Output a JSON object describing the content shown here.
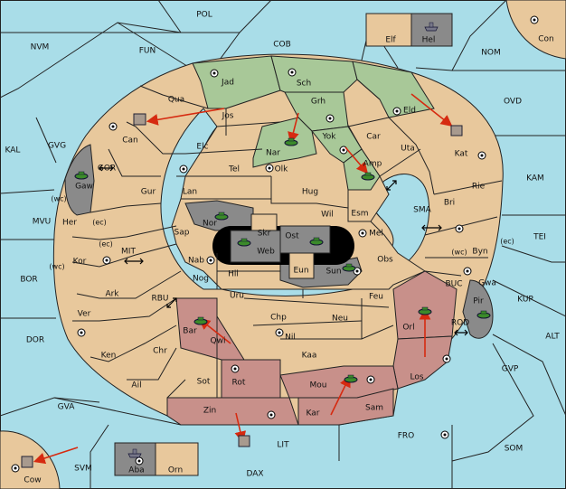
{
  "provinces": {
    "sea": {
      "POL": "POL",
      "NVM": "NVM",
      "FUN": "FUN",
      "COB": "COB",
      "NOM": "NOM",
      "OVD": "OVD",
      "KAL": "KAL",
      "GVG": "GVG",
      "GOR": "GOR",
      "KAM": "KAM",
      "SMA": "SMA",
      "TEI": "TEI",
      "MVU": "MVU",
      "MIT": "MIT",
      "BOR": "BOR",
      "RBU": "RBU",
      "BUC": "BUC",
      "KUP": "KUP",
      "DOR": "DOR",
      "ROD": "ROD",
      "ALT": "ALT",
      "GVP": "GVP",
      "GVA": "GVA",
      "FRO": "FRO",
      "SOM": "SOM",
      "LIT": "LIT",
      "SVM": "SVM",
      "DAX": "DAX",
      "wc1": "(wc)",
      "ec1": "(ec)",
      "ec2": "(ec)",
      "wc2": "(wc)",
      "wc3": "(wc)",
      "ec3": "(ec)"
    },
    "land": {
      "Elf": "Elf",
      "Hel": "Hel",
      "Con": "Con",
      "Jad": "Jad",
      "Sch": "Sch",
      "Qua": "Qua",
      "Jos": "Jos",
      "Grh": "Grh",
      "Can": "Can",
      "Eld": "Eld",
      "Car": "Car",
      "Yok": "Yok",
      "Nar": "Nar",
      "Kat": "Kat",
      "Uta": "Uta",
      "Elc": "Elc",
      "Tel": "Tel",
      "Olk": "Olk",
      "Amp": "Amp",
      "Gaw": "Gaw",
      "Gur": "Gur",
      "Lan": "Lan",
      "Hug": "Hug",
      "Rie": "Rie",
      "Bri": "Bri",
      "Wil": "Wil",
      "Esm": "Esm",
      "Nor": "Nor",
      "Skr": "Skr",
      "Ost": "Ost",
      "Her": "Her",
      "Sap": "Sap",
      "Web": "Web",
      "Mel": "Mel",
      "Byn": "Byn",
      "Kor": "Kor",
      "Nab": "Nab",
      "Eun": "Eun",
      "Sun": "Sun",
      "Obs": "Obs",
      "Gwa": "Gwa",
      "Nog": "Nog",
      "Hil": "Hil",
      "Ark": "Ark",
      "Pir": "Pir",
      "Uru": "Uru",
      "Feu": "Feu",
      "Ver": "Ver",
      "Chp": "Chp",
      "Neu": "Neu",
      "Orl": "Orl",
      "Bar": "Bar",
      "Qwi": "Qwi",
      "Nil": "Nil",
      "Ken": "Ken",
      "Chr": "Chr",
      "Kaa": "Kaa",
      "Ail": "Ail",
      "Rot": "Rot",
      "Mou": "Mou",
      "Los": "Los",
      "Sot": "Sot",
      "Kar": "Kar",
      "Sam": "Sam",
      "Zin": "Zin",
      "Cow": "Cow",
      "Aba": "Aba",
      "Orn": "Orn"
    }
  },
  "colors": {
    "sea": "#a9dde8",
    "neutral": "#e8c89c",
    "green_power": "#a8c898",
    "red_power": "#c8908a",
    "grey_power": "#8a8a8a",
    "arrow": "#d62a10"
  },
  "units": [
    {
      "type": "army",
      "location": "Nar",
      "power": "green"
    },
    {
      "type": "army",
      "location": "Amp",
      "power": "green"
    },
    {
      "type": "army",
      "location": "Gaw",
      "power": "green"
    },
    {
      "type": "army",
      "location": "Nor",
      "power": "green"
    },
    {
      "type": "army",
      "location": "Web",
      "power": "green"
    },
    {
      "type": "army",
      "location": "Ost",
      "power": "green"
    },
    {
      "type": "army",
      "location": "Sun",
      "power": "green"
    },
    {
      "type": "army",
      "location": "Pir",
      "power": "green"
    },
    {
      "type": "army",
      "location": "Orl",
      "power": "green"
    },
    {
      "type": "army",
      "location": "Mou",
      "power": "green"
    },
    {
      "type": "army",
      "location": "Bar",
      "power": "green"
    },
    {
      "type": "fleet",
      "location": "Hel",
      "power": "grey"
    },
    {
      "type": "fleet",
      "location": "Aba",
      "power": "grey"
    }
  ],
  "moves": [
    {
      "from": "Jos",
      "to": "Can"
    },
    {
      "from": "Grh",
      "to": "Nar"
    },
    {
      "from": "Yok",
      "to": "Amp"
    },
    {
      "from": "Eld",
      "to": "Kat"
    },
    {
      "from": "Qwi",
      "to": "Bar"
    },
    {
      "from": "Zin",
      "to": "LIT"
    },
    {
      "from": "Kar",
      "to": "Mou"
    },
    {
      "from": "Los",
      "to": "Orl"
    },
    {
      "from": "SVM",
      "to": "Cow"
    }
  ]
}
